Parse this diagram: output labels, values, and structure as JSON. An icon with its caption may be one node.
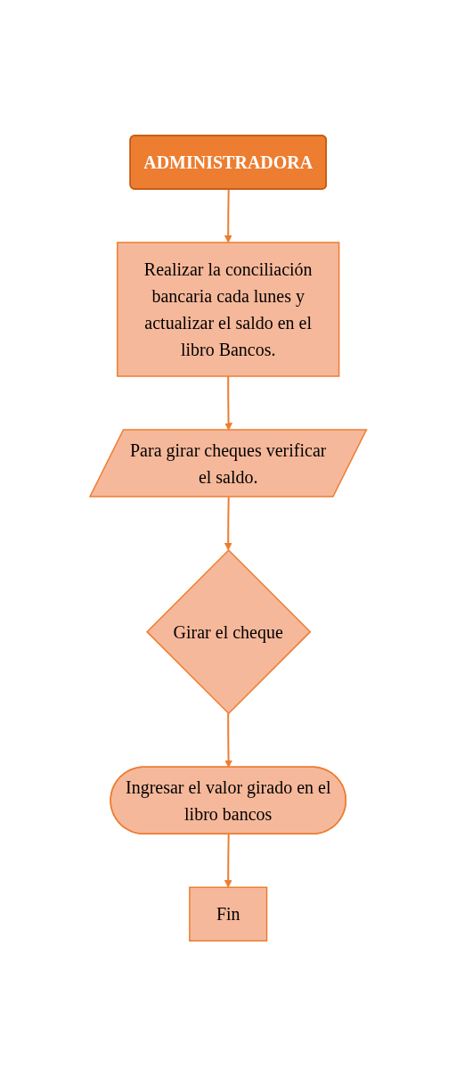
{
  "diagram": {
    "nodes": [
      {
        "text": [
          "ADMINISTRADORA"
        ]
      },
      {
        "text": [
          "Realizar la conciliación bancaria cada lunes y actualizar el saldo en el libro Bancos."
        ]
      },
      {
        "text": [
          "Para girar cheques verificar el saldo."
        ]
      },
      {
        "text": [
          "Girar el cheque"
        ]
      },
      {
        "text": [
          "Ingresar el valor girado en el libro bancos"
        ]
      },
      {
        "text": [
          "Fin"
        ]
      }
    ],
    "edges": [
      {
        "from": 0,
        "to": 1,
        "arrow": "to"
      },
      {
        "from": 1,
        "to": 2,
        "arrow": "to"
      },
      {
        "from": 2,
        "to": 3,
        "arrow": "to"
      },
      {
        "from": 3,
        "to": 4,
        "arrow": "to"
      },
      {
        "from": 4,
        "to": 5,
        "arrow": "to"
      }
    ]
  }
}
